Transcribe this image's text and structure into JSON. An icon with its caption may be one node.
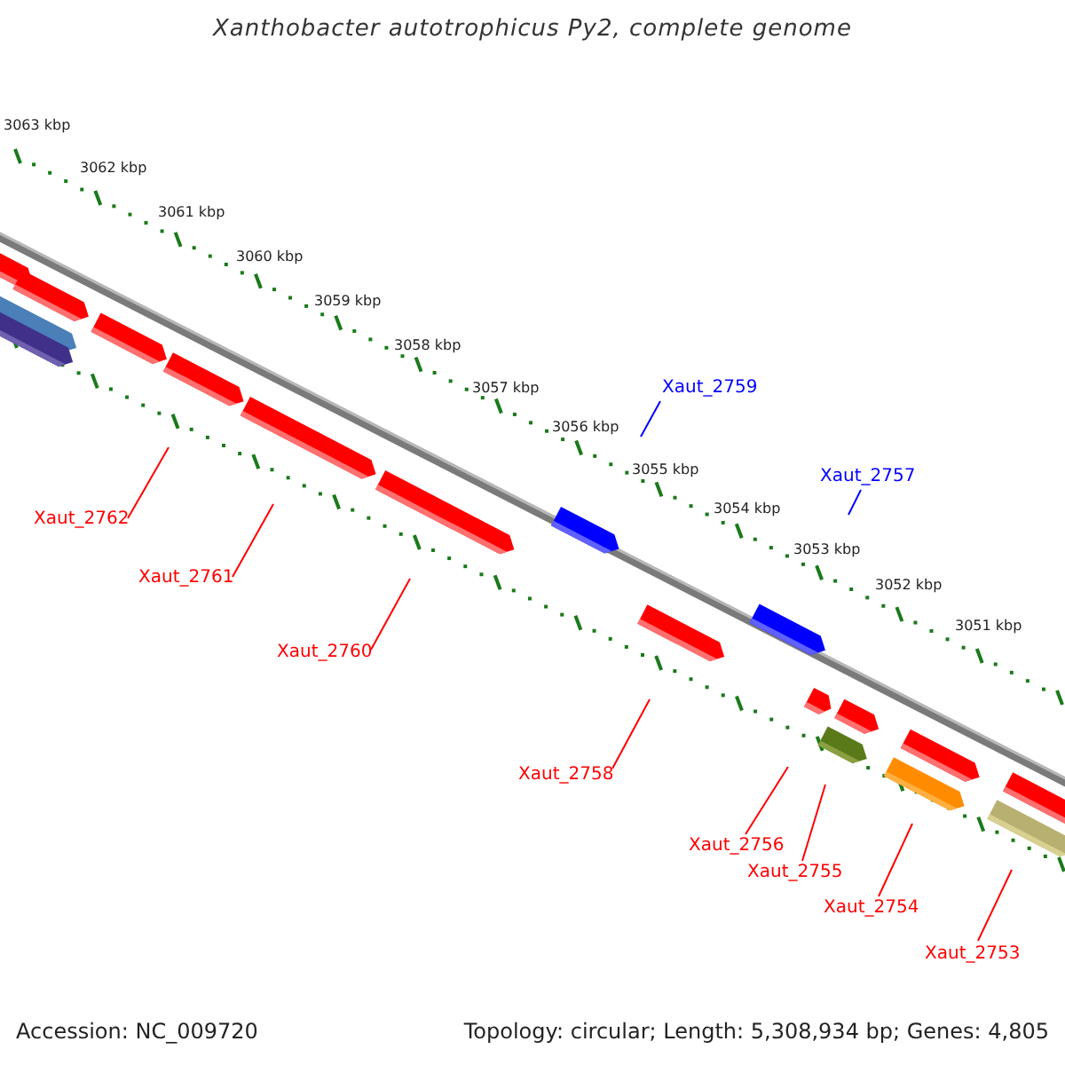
{
  "diagram": {
    "title": "Xanthobacter autotrophicus Py2, complete genome",
    "nodes": [
      {
        "text": [
          "Xaut_2759"
        ]
      },
      {
        "text": [
          "Xaut_2757"
        ]
      },
      {
        "text": [
          "Xaut_2762"
        ]
      },
      {
        "text": [
          "Xaut_2761"
        ]
      },
      {
        "text": [
          "Xaut_2760"
        ]
      },
      {
        "text": [
          "Xaut_2758"
        ]
      },
      {
        "text": [
          "Xaut_2756"
        ]
      },
      {
        "text": [
          "Xaut_2755"
        ]
      },
      {
        "text": [
          "Xaut_2754"
        ]
      },
      {
        "text": [
          "Xaut_2753"
        ]
      }
    ],
    "edges": [
      {
        "from": 0,
        "to": null,
        "arrow": "none",
        "color": "#0000ff"
      },
      {
        "from": 1,
        "to": null,
        "arrow": "none",
        "color": "#0000ff"
      },
      {
        "from": 2,
        "to": null,
        "arrow": "none"
      },
      {
        "from": 3,
        "to": null,
        "arrow": "none"
      },
      {
        "from": 4,
        "to": null,
        "arrow": "none"
      },
      {
        "from": 5,
        "to": null,
        "arrow": "none"
      },
      {
        "from": 6,
        "to": null,
        "arrow": "none"
      },
      {
        "from": 7,
        "to": null,
        "arrow": "none"
      },
      {
        "from": 8,
        "to": null,
        "arrow": "none"
      },
      {
        "from": 9,
        "to": null,
        "arrow": "none"
      }
    ],
    "labels": [
      "3063 kbp",
      "3062 kbp",
      "3061 kbp",
      "3060 kbp",
      "3059 kbp",
      "3058 kbp",
      "3057 kbp",
      "3056 kbp",
      "3055 kbp",
      "3054 kbp",
      "3053 kbp",
      "3052 kbp",
      "3051 kbp",
      "Accession: NC_009720",
      "Topology: circular; Length: 5,308,934 bp; Genes: 4,805"
    ]
  }
}
